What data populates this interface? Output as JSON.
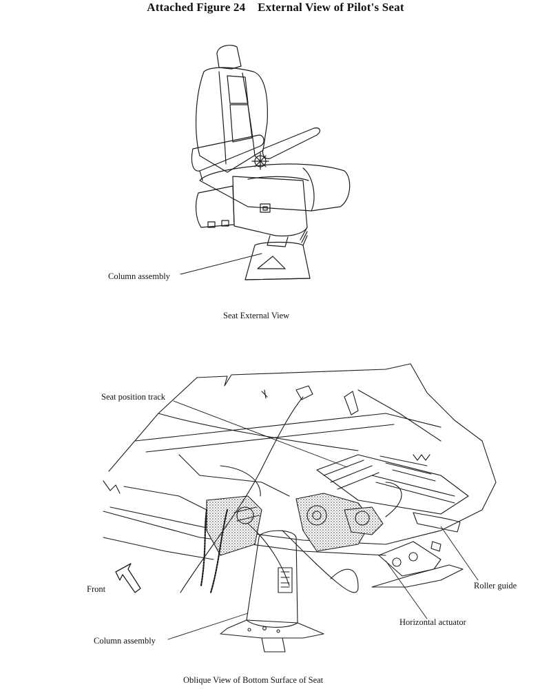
{
  "page": {
    "title": "Attached Figure 24    External View of Pilot's Seat"
  },
  "figure_top": {
    "callouts": {
      "column_assembly": "Column assembly"
    },
    "caption": "Seat External View"
  },
  "figure_bottom": {
    "callouts": {
      "seat_position_track": "Seat position track",
      "front": "Front",
      "roller_guide": "Roller guide",
      "horizontal_actuator": "Horizontal actuator",
      "column_assembly": "Column assembly"
    },
    "caption": "Oblique View of Bottom Surface of Seat"
  }
}
